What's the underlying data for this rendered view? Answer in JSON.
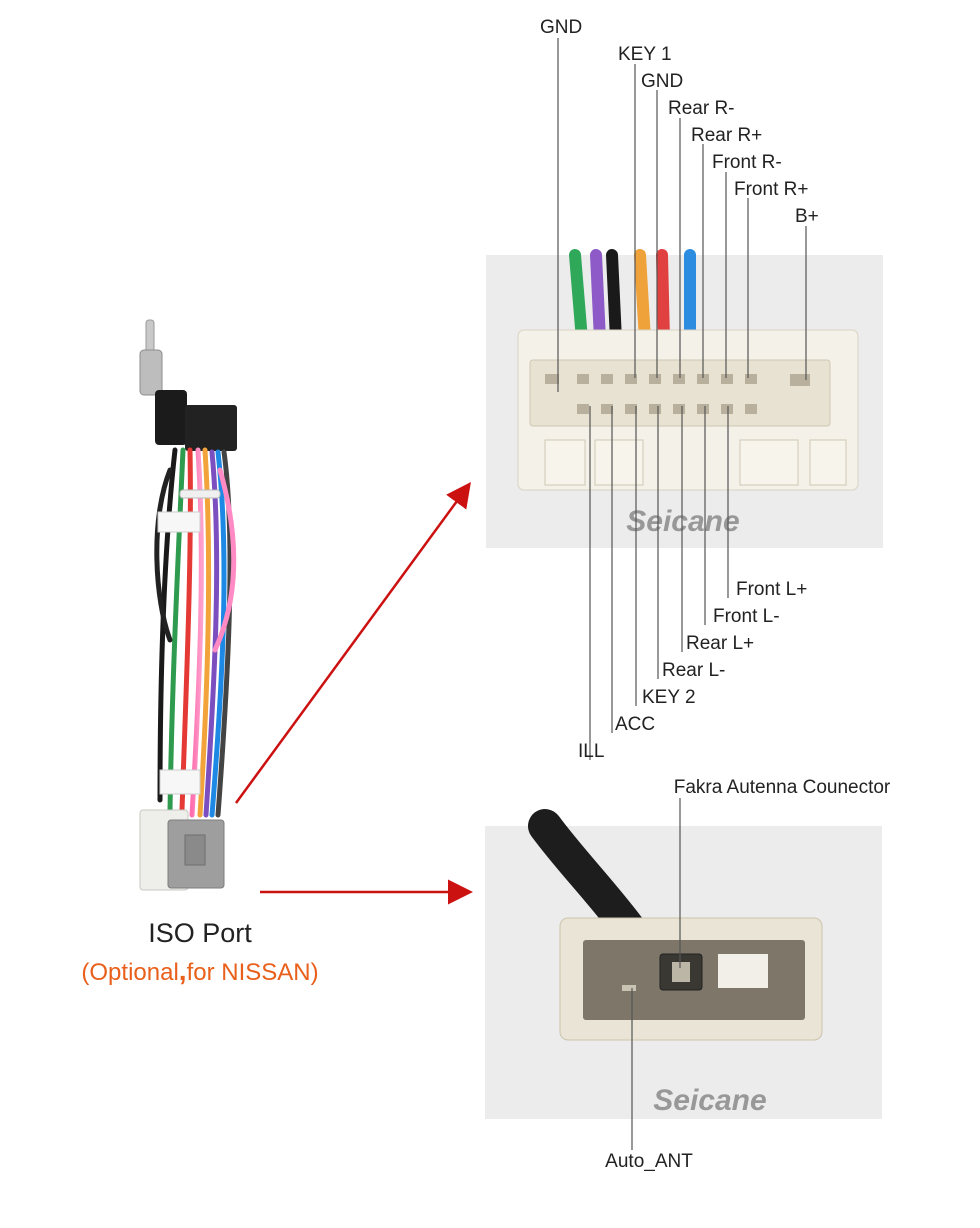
{
  "colors": {
    "label_text": "#222222",
    "leader_line": "#555555",
    "arrow": "#cc1111",
    "caption_accent": "#e8601c",
    "brand": "#8a8a8a",
    "photo_bg": "#ededed"
  },
  "left_panel": {
    "caption_title": "ISO Port",
    "caption_note_open": "(Optional",
    "caption_note_comma": ",",
    "caption_note_rest": "for NISSAN)"
  },
  "main_connector": {
    "brand": "Seicane",
    "top_labels": [
      "GND",
      "KEY 1",
      "GND",
      "Rear R-",
      "Rear R+",
      "Front R-",
      "Front R+",
      "B+"
    ],
    "bottom_labels": [
      "Front L+",
      "Front L-",
      "Rear L+",
      "Rear L-",
      "KEY 2",
      "ACC",
      "ILL"
    ]
  },
  "antenna_connector": {
    "brand": "Seicane",
    "top_label": "Fakra Autenna Counector",
    "bottom_label": "Auto_ANT"
  }
}
